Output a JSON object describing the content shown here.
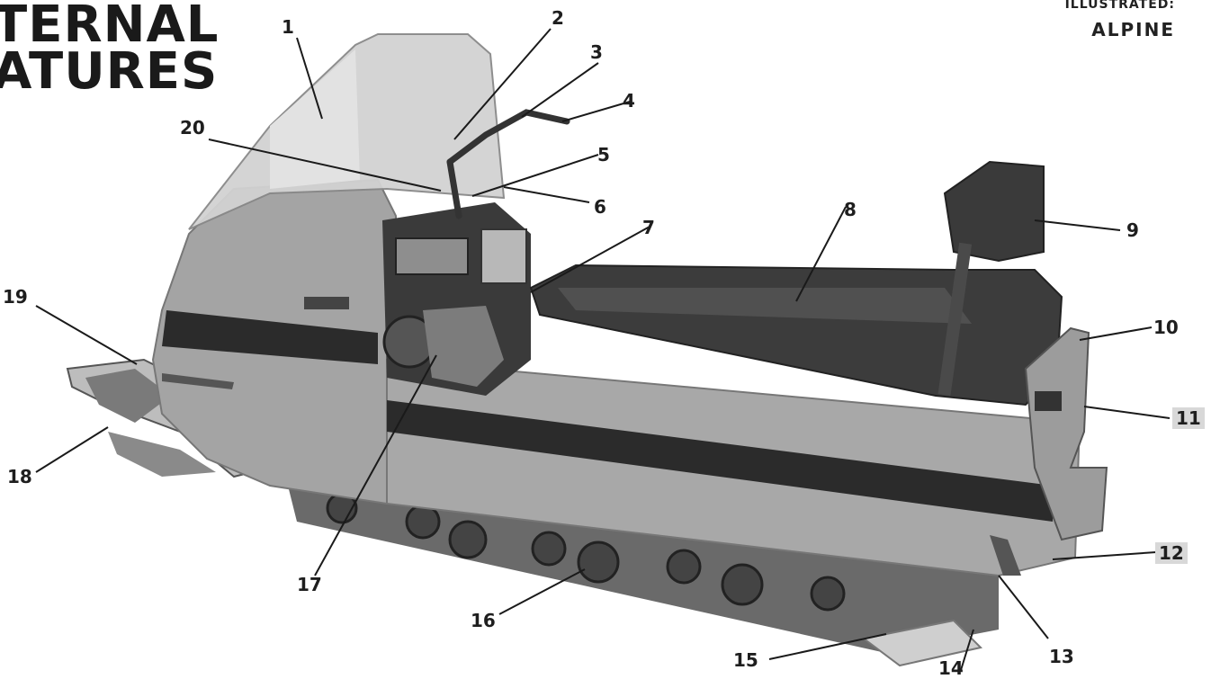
{
  "header": {
    "title_line1": "TERNAL",
    "title_line2": "ATURES"
  },
  "illustrated": {
    "label": "ILLUSTRATED:",
    "model": "ALPINE"
  },
  "callouts": [
    {
      "id": "c1",
      "label": "1"
    },
    {
      "id": "c2",
      "label": "2"
    },
    {
      "id": "c3",
      "label": "3"
    },
    {
      "id": "c4",
      "label": "4"
    },
    {
      "id": "c5",
      "label": "5"
    },
    {
      "id": "c6",
      "label": "6"
    },
    {
      "id": "c7",
      "label": "7"
    },
    {
      "id": "c8",
      "label": "8"
    },
    {
      "id": "c9",
      "label": "9"
    },
    {
      "id": "c10",
      "label": "10"
    },
    {
      "id": "c11",
      "label": "11"
    },
    {
      "id": "c12",
      "label": "12"
    },
    {
      "id": "c13",
      "label": "13"
    },
    {
      "id": "c14",
      "label": "14"
    },
    {
      "id": "c15",
      "label": "15"
    },
    {
      "id": "c16",
      "label": "16"
    },
    {
      "id": "c17",
      "label": "17"
    },
    {
      "id": "c18",
      "label": "18"
    },
    {
      "id": "c19",
      "label": "19"
    },
    {
      "id": "c20",
      "label": "20"
    }
  ],
  "colors": {
    "body": "#9a9a9a",
    "stripe": "#2b2b2b",
    "seat": "#3c3c3c",
    "windshield": "#d2d2d2",
    "track": "#5a5a5a"
  }
}
